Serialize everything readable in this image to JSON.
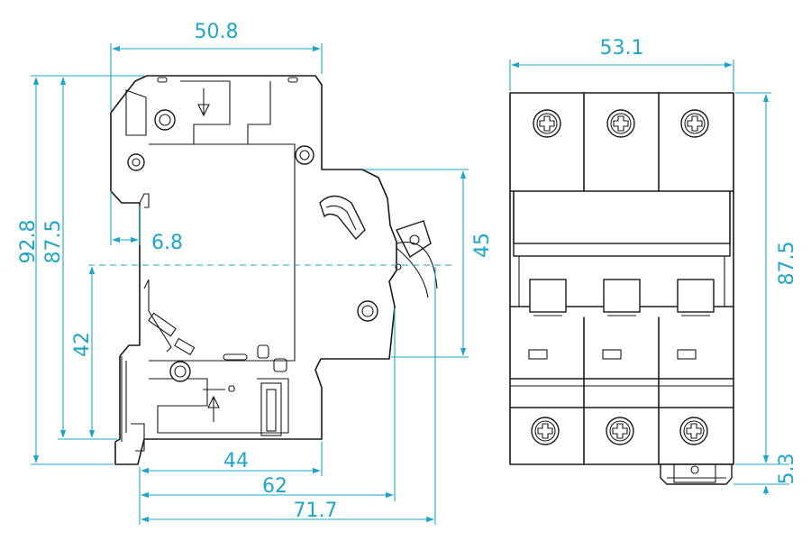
{
  "colors": {
    "dimension": "#1fa5c8",
    "outline": "#1a1a1a",
    "background": "#ffffff"
  },
  "dimensions": {
    "side_width_top": "50.8",
    "side_height_total": "92.8",
    "side_height_body": "87.5",
    "rail_clip_offset": "6.8",
    "rail_axis_height": "42",
    "front_face_height": "45",
    "bottom_44": "44",
    "bottom_62": "62",
    "bottom_71_7": "71.7",
    "front_width": "53.1",
    "front_height": "87.5",
    "front_clip_height": "5.3"
  },
  "icons": {
    "terminal_screw": "plus-screw-icon",
    "down_arrow": "arrow-down-icon",
    "up_arrow": "arrow-up-icon"
  }
}
